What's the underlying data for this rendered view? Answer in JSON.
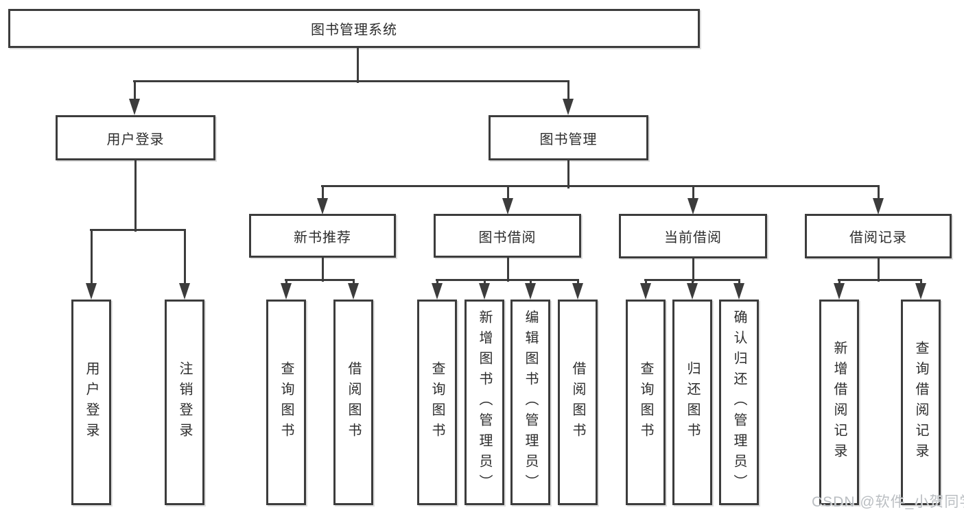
{
  "diagram": {
    "type": "functional-structure-tree",
    "background": "#ffffff",
    "line_color": "#3c3c3c",
    "text_color": "#2d2d2d",
    "watermark": {
      "text": "CSDN @软件_小贺同学",
      "color": "#b6babf"
    },
    "nodes": {
      "root": {
        "label": "图书管理系统"
      },
      "user_login": {
        "label": "用户登录"
      },
      "book_management": {
        "label": "图书管理"
      },
      "new_book_recommend": {
        "label": "新书推荐"
      },
      "book_borrowing": {
        "label": "图书借阅"
      },
      "current_borrowing": {
        "label": "当前借阅"
      },
      "borrowing_records": {
        "label": "借阅记录"
      },
      "leaf_user_login": {
        "label": "用户登录"
      },
      "leaf_logout": {
        "label": "注销登录"
      },
      "leaf_query_books_1": {
        "label": "查询图书"
      },
      "leaf_borrow_books_1": {
        "label": "借阅图书"
      },
      "leaf_query_books_2": {
        "label": "查询图书"
      },
      "leaf_add_book": {
        "label": "新增图书（管理员）"
      },
      "leaf_edit_book": {
        "label": "编辑图书（管理员）"
      },
      "leaf_borrow_books_2": {
        "label": "借阅图书"
      },
      "leaf_query_books_3": {
        "label": "查询图书"
      },
      "leaf_return_book": {
        "label": "归还图书"
      },
      "leaf_confirm_return": {
        "label": "确认归还（管理员）"
      },
      "leaf_add_borrow_record": {
        "label": "新增借阅记录"
      },
      "leaf_query_borrow_record": {
        "label": "查询借阅记录"
      }
    },
    "hierarchy": {
      "图书管理系统": {
        "用户登录": [
          "用户登录",
          "注销登录"
        ],
        "图书管理": {
          "新书推荐": [
            "查询图书",
            "借阅图书"
          ],
          "图书借阅": [
            "查询图书",
            "新增图书（管理员）",
            "编辑图书（管理员）",
            "借阅图书"
          ],
          "当前借阅": [
            "查询图书",
            "归还图书",
            "确认归还（管理员）"
          ],
          "借阅记录": [
            "新增借阅记录",
            "查询借阅记录"
          ]
        }
      }
    }
  }
}
